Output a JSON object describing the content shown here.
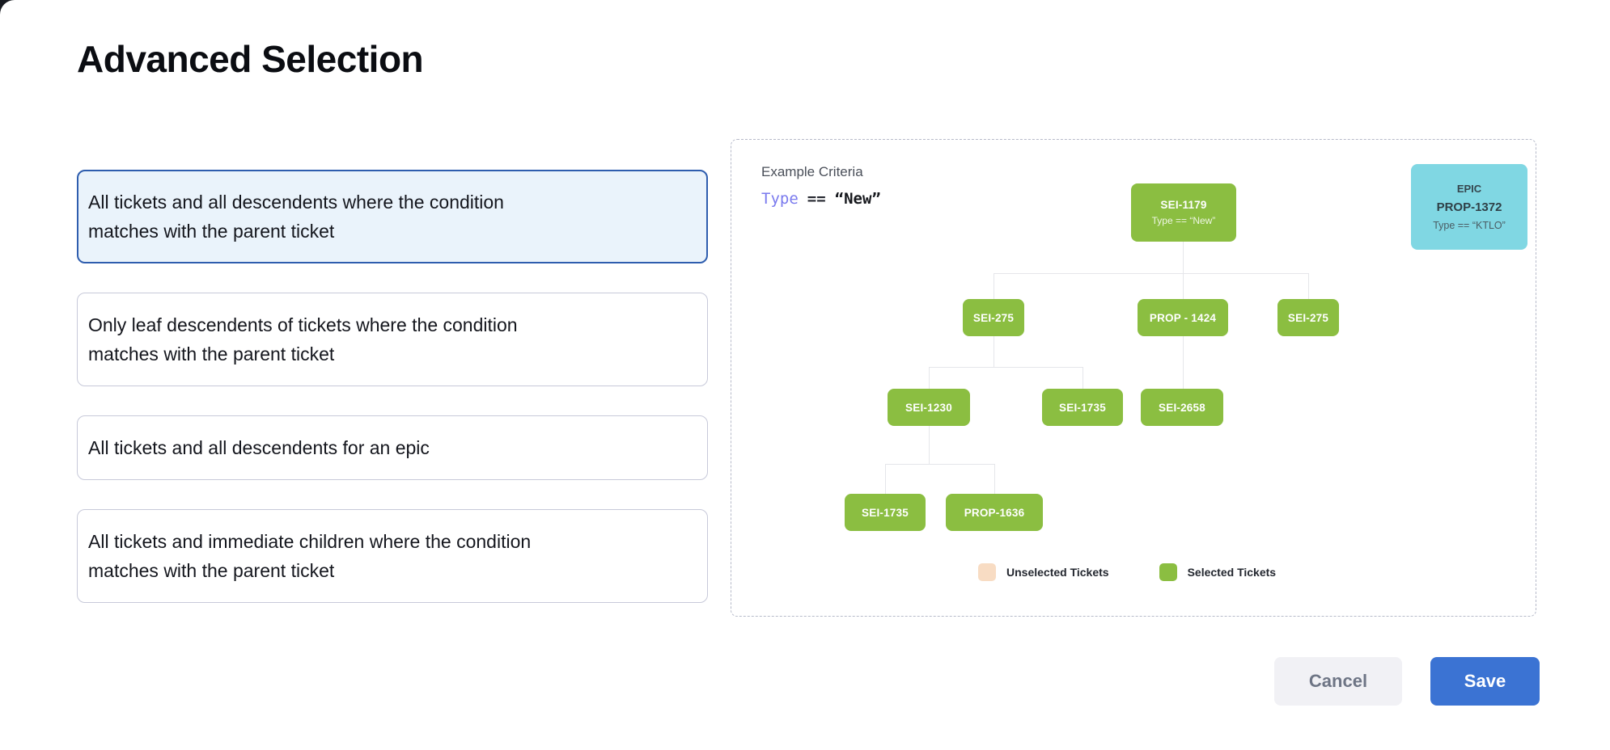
{
  "page": {
    "title": "Advanced Selection"
  },
  "options": [
    {
      "lines": [
        "All tickets and all descendents where the condition",
        "matches with the parent ticket"
      ],
      "selected": true
    },
    {
      "lines": [
        "Only leaf descendents of tickets where the condition",
        "matches with the parent ticket"
      ],
      "selected": false
    },
    {
      "lines": [
        "All tickets and all descendents for an epic"
      ],
      "selected": false
    },
    {
      "lines": [
        "All tickets and immediate children where the condition",
        "matches with the parent ticket"
      ],
      "selected": false
    }
  ],
  "example": {
    "heading": "Example Criteria",
    "criteria": {
      "field": "Type",
      "operator": "==",
      "value": "“New”"
    },
    "epic_card": {
      "type_label": "EPIC",
      "id": "PROP-1372",
      "condition": "Type == “KTLO”"
    },
    "tree": {
      "root": {
        "id": "SEI-1179",
        "condition": "Type == “New”"
      },
      "level2": [
        "SEI-275",
        "PROP - 1424",
        "SEI-275"
      ],
      "level3": [
        "SEI-1230",
        "SEI-1735",
        "SEI-2658"
      ],
      "level4": [
        "SEI-1735",
        "PROP-1636"
      ]
    },
    "legend": [
      {
        "label": "Unselected Tickets",
        "color": "#f8dcc3"
      },
      {
        "label": "Selected Tickets",
        "color": "#8bbe41"
      }
    ]
  },
  "footer": {
    "cancel_label": "Cancel",
    "save_label": "Save"
  },
  "colors": {
    "selected_node": "#8bbe41",
    "unselected_node": "#f8dcc3",
    "epic_card": "#80d7e3",
    "selected_card_border": "#2e5dae",
    "selected_card_bg": "#eaf3fb",
    "save_button": "#3b73d3"
  }
}
